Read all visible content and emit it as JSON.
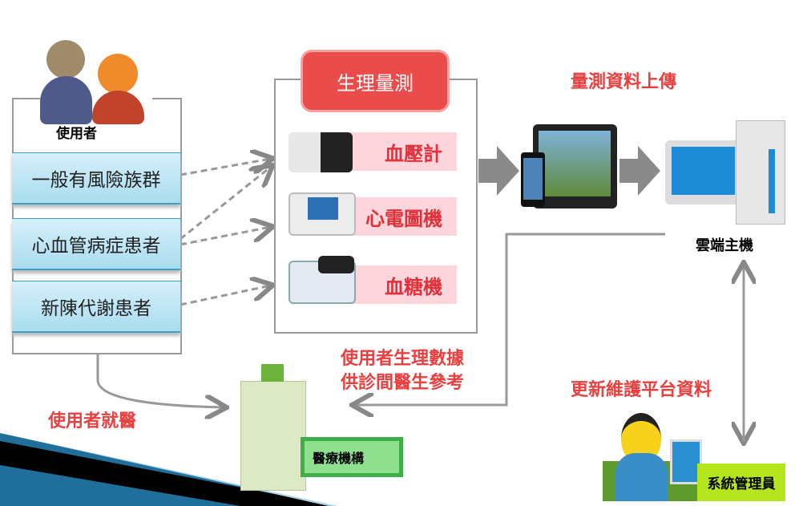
{
  "users": {
    "label": "使用者",
    "groups": [
      "一般有風險族群",
      "心血管病症患者",
      "新陳代謝患者"
    ]
  },
  "measure": {
    "title": "生理量測",
    "devices": [
      "血壓計",
      "心電圖機",
      "血糖機"
    ]
  },
  "upload_label": "量測資料上傳",
  "cloud_label": "雲端主機",
  "doctor_label": [
    "使用者生理數據",
    "供診間醫生參考"
  ],
  "maintain_label": "更新維護平台資料",
  "visit_label": "使用者就醫",
  "hospital_label": "醫療機構",
  "admin_label": "系統管理員",
  "colors": {
    "accent_red": "#e8403f",
    "row_blue": "#a9dcef",
    "pink": "#fcd6dc",
    "hospital_green": "#3fae49",
    "admin_green": "#b5e61d"
  }
}
